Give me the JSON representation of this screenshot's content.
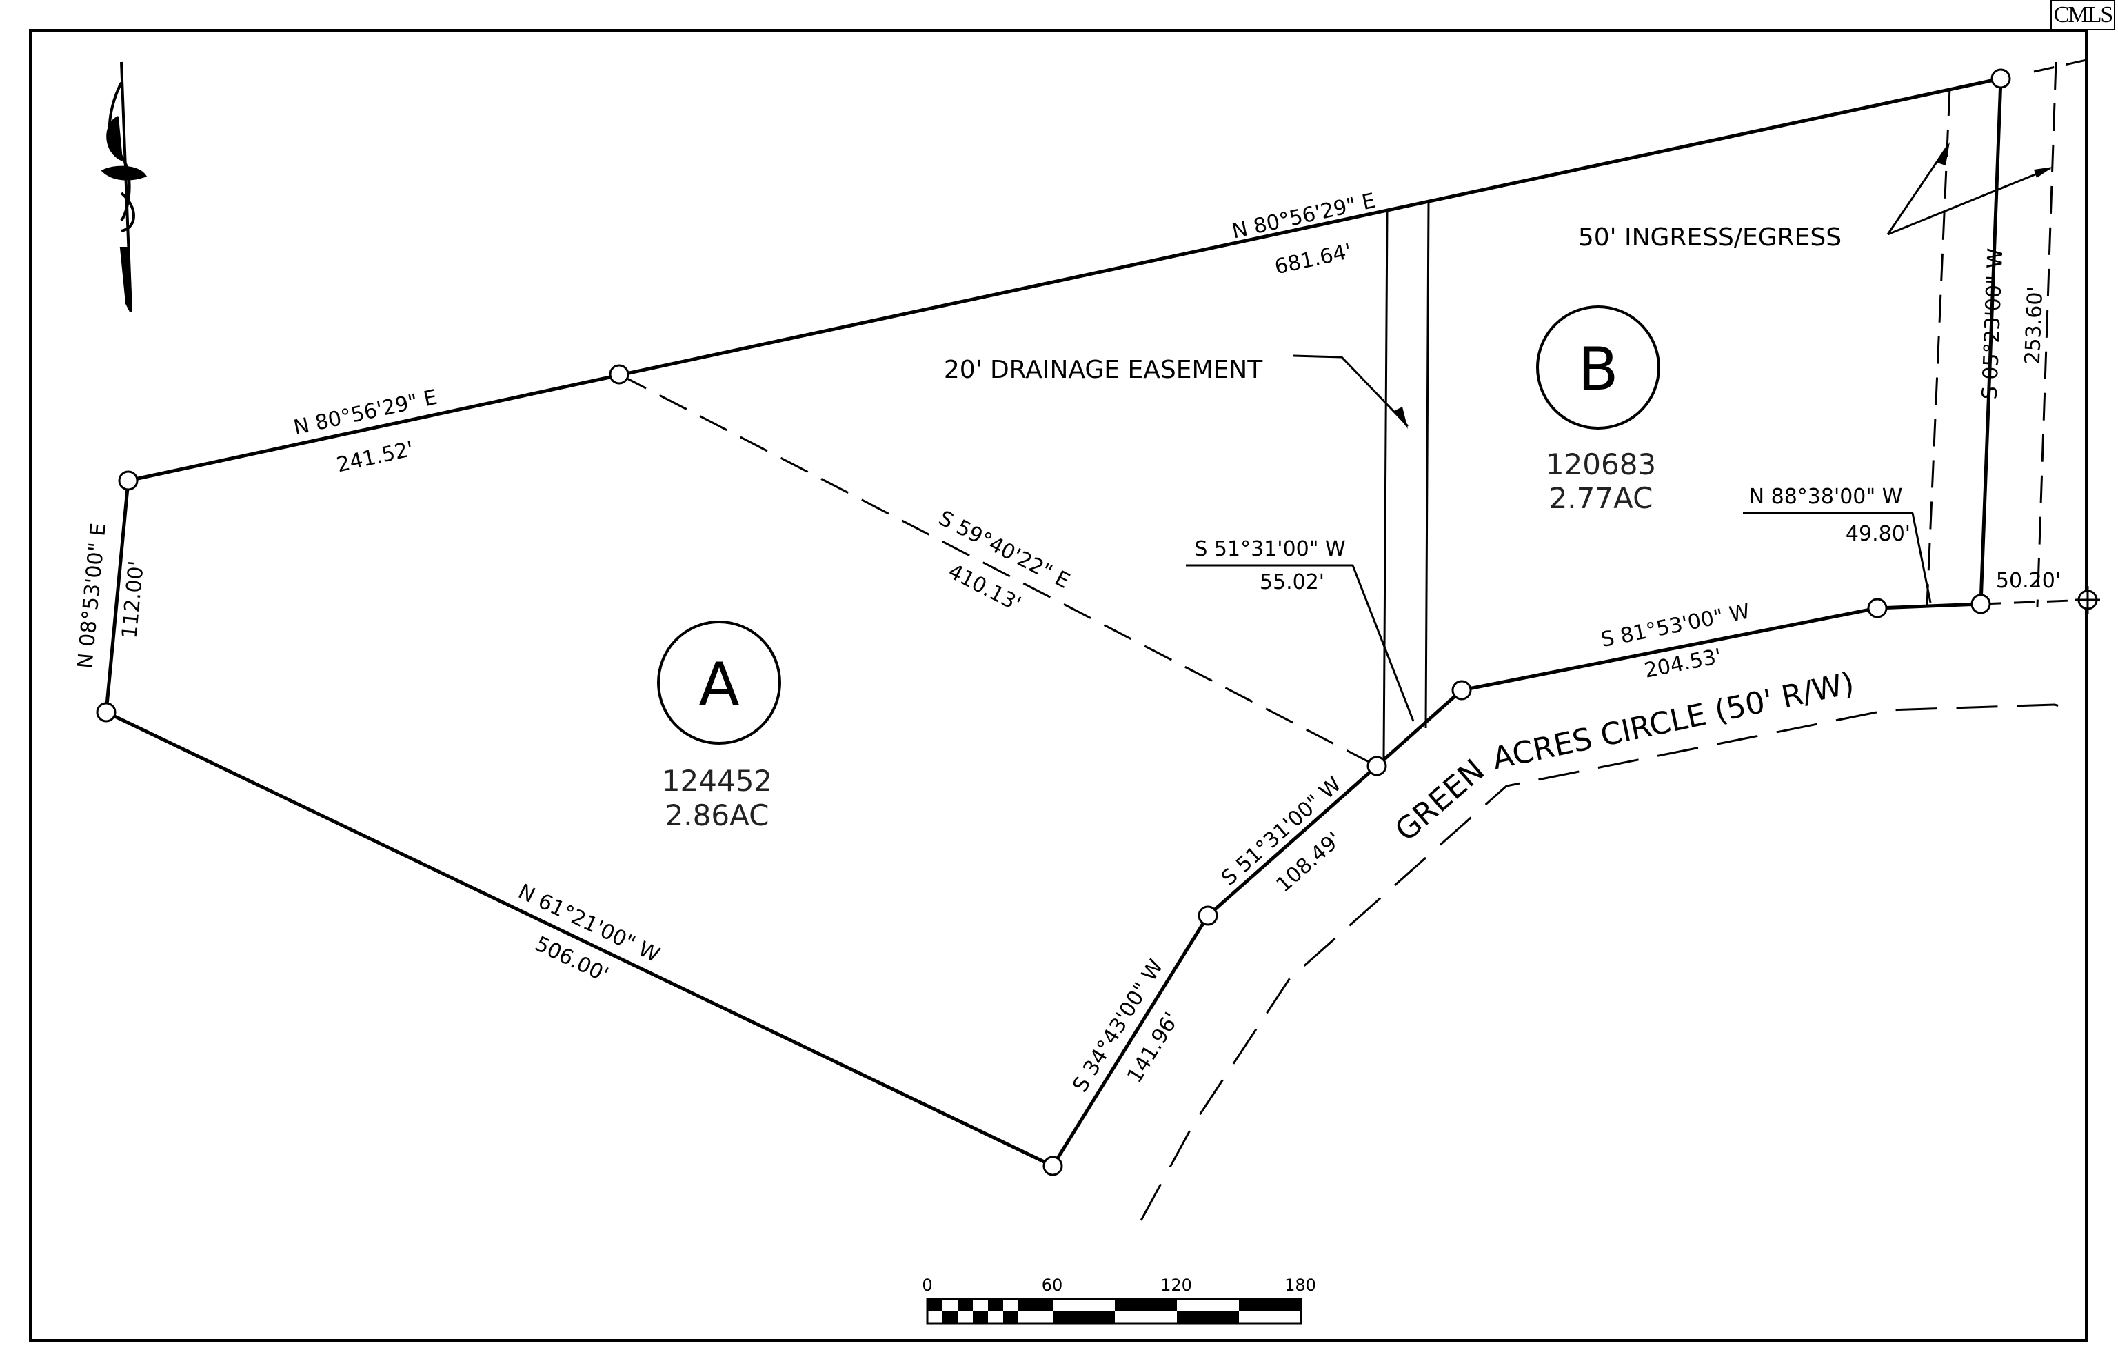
{
  "watermark": "CMLS",
  "parcels": [
    {
      "id": "A",
      "number": "124452",
      "acres": "2.86AC"
    },
    {
      "id": "B",
      "number": "120683",
      "acres": "2.77AC"
    }
  ],
  "courses": {
    "north_upper": {
      "bearing": "N 80°56'29\" E",
      "distance": "681.64'"
    },
    "north_lower": {
      "bearing": "N 80°56'29\" E",
      "distance": "241.52'"
    },
    "west": {
      "bearing": "N 08°53'00\" E",
      "distance": "112.00'"
    },
    "southwest": {
      "bearing": "N 61°21'00\" W",
      "distance": "506.00'"
    },
    "south_a": {
      "bearing": "S 34°43'00\" W",
      "distance": "141.96'"
    },
    "south_b": {
      "bearing": "S 51°31'00\" W",
      "distance": "108.49'"
    },
    "division": {
      "bearing": "S 59°40'22\" E",
      "distance": "410.13'"
    },
    "callout_south": {
      "bearing": "S 51°31'00\" W",
      "distance": "55.02'"
    },
    "road_front": {
      "bearing": "S 81°53'00\" W",
      "distance": "204.53'"
    },
    "callout_east": {
      "bearing": "N 88°38'00\" W",
      "distance": "49.80'"
    },
    "east": {
      "bearing": "S 05°23'00\" W",
      "distance": "253.60'"
    },
    "end_segment": {
      "distance": "50.20'"
    }
  },
  "easements": {
    "drainage": "20' DRAINAGE EASEMENT",
    "ingress": "50' INGRESS/EGRESS"
  },
  "road": {
    "word1": "GREEN",
    "word2": "ACRES CIRCLE (50' R/W)"
  },
  "scale_bar": {
    "ticks": [
      "0",
      "60",
      "120",
      "180"
    ]
  }
}
